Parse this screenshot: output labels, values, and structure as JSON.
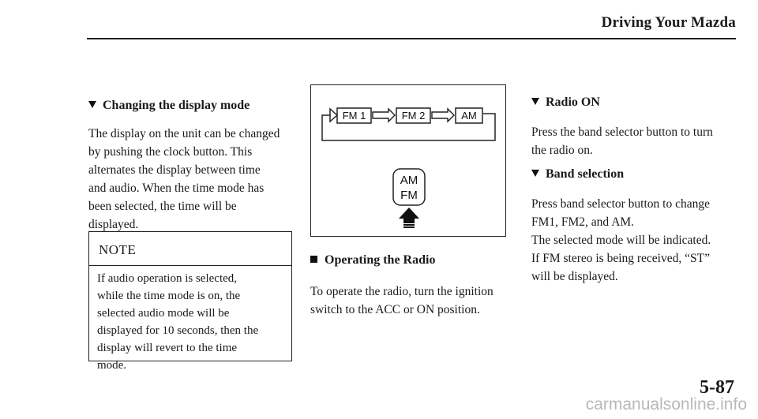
{
  "header": {
    "title": "Driving Your Mazda"
  },
  "left_column": {
    "heading": "Changing the display mode",
    "paragraph_lines": [
      "The display on the unit can be changed",
      "by pushing the clock button. This",
      "alternates the display between time",
      "and audio. When the time mode has",
      "been selected, the time will be",
      "displayed."
    ],
    "note": {
      "title": "NOTE",
      "lines": [
        "If audio operation is selected,",
        "while the time mode is on, the",
        "selected audio mode will be",
        "displayed for 10 seconds, then the",
        "display will revert to the time",
        "mode."
      ]
    }
  },
  "figure": {
    "band_sequence": [
      "FM 1",
      "FM 2",
      "AM"
    ],
    "button_labels": [
      "AM",
      "FM"
    ]
  },
  "middle_column": {
    "heading": "Operating the Radio",
    "paragraph_lines": [
      "To operate the radio, turn the ignition",
      "switch to the ACC or ON position."
    ]
  },
  "right_column": {
    "sections": [
      {
        "heading": "Radio ON",
        "paragraph_lines": [
          "Press the band selector button to turn",
          "the radio on."
        ]
      },
      {
        "heading": "Band selection",
        "paragraph_lines": [
          "Press band selector button to change",
          "FM1, FM2, and AM.",
          "The selected mode will be indicated.",
          "If FM stereo is being received, “ST”",
          "will be displayed."
        ]
      }
    ]
  },
  "page_number": "5-87",
  "watermark": "carmanualsonline.info"
}
